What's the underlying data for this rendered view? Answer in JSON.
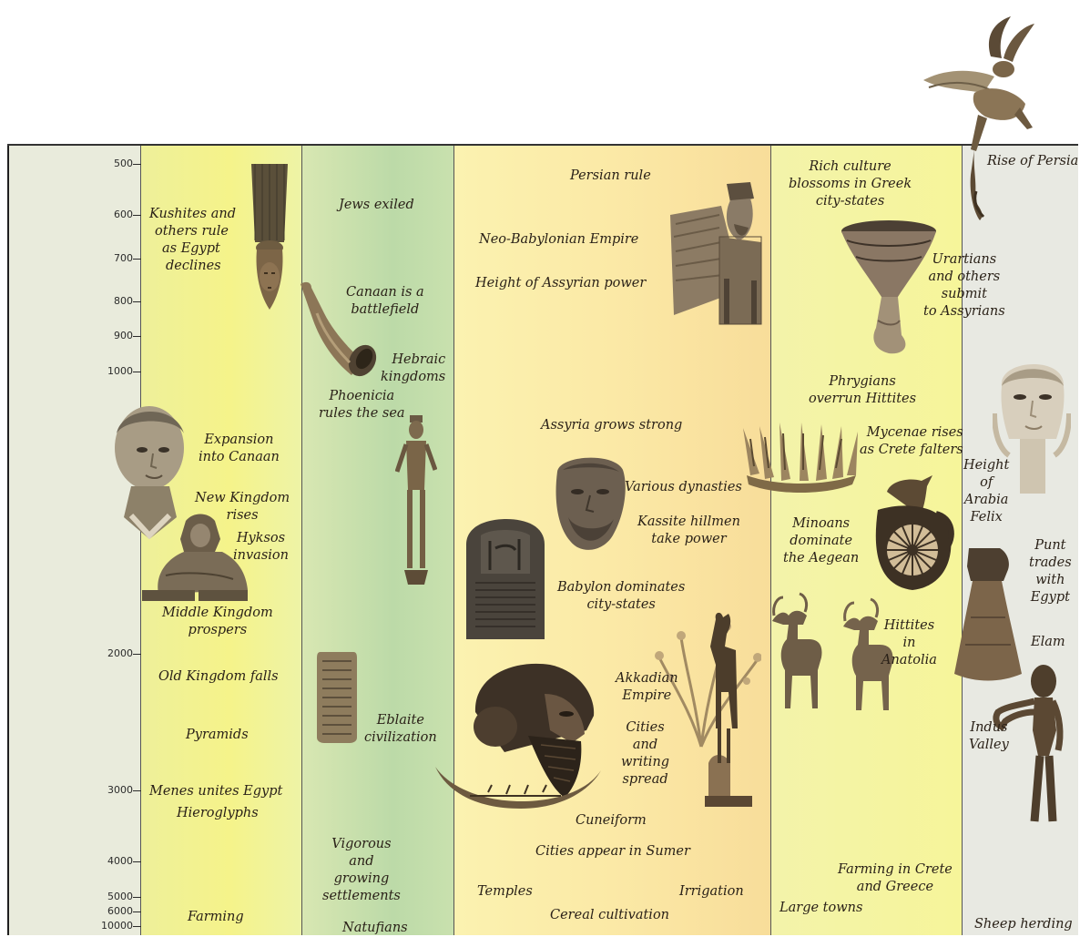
{
  "axis": {
    "ticks": [
      "500",
      "600",
      "700",
      "800",
      "900",
      "1000",
      "2000",
      "3000",
      "4000",
      "5000",
      "6000",
      "10000"
    ]
  },
  "labels": {
    "kushites": [
      "Kushites and",
      "others rule",
      "as Egypt",
      "declines"
    ],
    "expansion": [
      "Expansion",
      "into Canaan"
    ],
    "new_kingdom": [
      "New Kingdom",
      "rises"
    ],
    "hyksos": [
      "Hyksos",
      "invasion"
    ],
    "middle_kingdom": [
      "Middle Kingdom",
      "prospers"
    ],
    "old_kingdom": [
      "Old Kingdom falls"
    ],
    "pyramids": [
      "Pyramids"
    ],
    "menes": [
      "Menes unites Egypt"
    ],
    "hieroglyphs": [
      "Hieroglyphs"
    ],
    "farming_egypt": [
      "Farming"
    ],
    "jews_exiled": [
      "Jews exiled"
    ],
    "canaan": [
      "Canaan is a",
      "battlefield"
    ],
    "hebraic": [
      "Hebraic",
      "kingdoms"
    ],
    "phoenicia": [
      "Phoenicia",
      "rules the sea"
    ],
    "eblaite": [
      "Eblaite",
      "civilization"
    ],
    "vigorous": [
      "Vigorous",
      "and",
      "growing",
      "settlements"
    ],
    "natufians": [
      "Natufians"
    ],
    "persian_rule": [
      "Persian rule"
    ],
    "neo_babylonian": [
      "Neo-Babylonian Empire"
    ],
    "assyrian_height": [
      "Height of Assyrian power"
    ],
    "assyria_strong": [
      "Assyria grows strong"
    ],
    "dynasties": [
      "Various dynasties"
    ],
    "kassite": [
      "Kassite hillmen",
      "take power"
    ],
    "babylon": [
      "Babylon dominates",
      "city-states"
    ],
    "akkadian": [
      "Akkadian",
      "Empire"
    ],
    "cities_writing": [
      "Cities",
      "and",
      "writing",
      "spread"
    ],
    "cuneiform": [
      "Cuneiform"
    ],
    "sumer": [
      "Cities appear in Sumer"
    ],
    "temples": [
      "Temples"
    ],
    "irrigation": [
      "Irrigation"
    ],
    "cereal": [
      "Cereal cultivation"
    ],
    "greek": [
      "Rich culture",
      "blossoms in Greek",
      "city-states"
    ],
    "urartians": [
      "Urartians",
      "and others",
      "submit",
      "to Assyrians"
    ],
    "phrygians": [
      "Phrygians",
      "overrun Hittites"
    ],
    "mycenae": [
      "Mycenae rises",
      "as Crete falters"
    ],
    "minoans": [
      "Minoans",
      "dominate",
      "the Aegean"
    ],
    "hittites": [
      "Hittites",
      "in",
      "Anatolia"
    ],
    "farming_crete": [
      "Farming in Crete",
      "and Greece"
    ],
    "large_towns": [
      "Large towns"
    ],
    "persia": [
      "Rise of Persia"
    ],
    "arabia": [
      "Height",
      "of",
      "Arabia",
      "Felix"
    ],
    "punt": [
      "Punt",
      "trades",
      "with",
      "Egypt"
    ],
    "elam": [
      "Elam"
    ],
    "indus": [
      "Indus",
      "Valley"
    ],
    "sheep": [
      "Sheep herding"
    ]
  },
  "artifacts": [
    "winged-ibex-icon",
    "pharaoh-statue-icon",
    "horn-vessel-icon",
    "human-headed-bull-icon",
    "funnel-vessel-icon",
    "head-statue-icon",
    "standing-figure-icon",
    "sphinx-icon",
    "crown-icon",
    "jug-icon",
    "stele-icon",
    "bearded-head-icon",
    "clay-tablet-icon",
    "bronze-head-icon",
    "boat-icon",
    "goat-tree-icon",
    "bull-figurines-icon",
    "ivory-head-icon",
    "bell-idol-icon",
    "dancing-girl-icon"
  ]
}
